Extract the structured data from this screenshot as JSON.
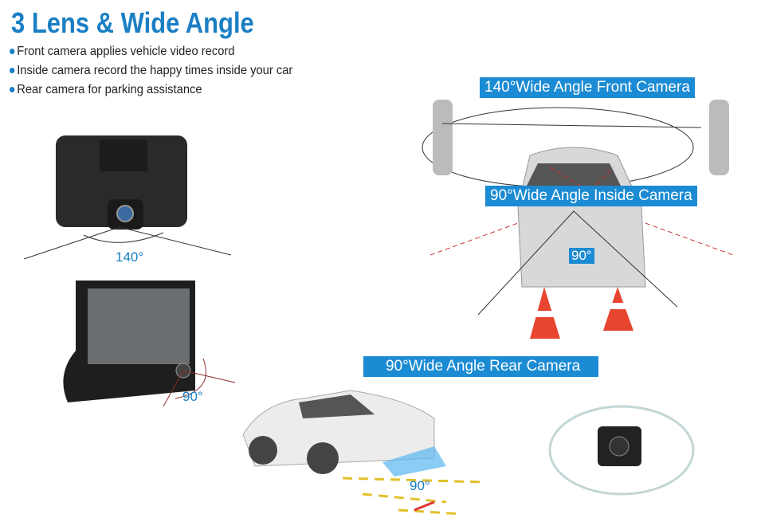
{
  "title": "3 Lens & Wide Angle",
  "bullets": [
    "Front camera applies vehicle video record",
    "Inside camera record the happy times inside your car",
    "Rear camera for parking assistance"
  ],
  "labels": {
    "front": "140°Wide Angle Front Camera",
    "inside": "90°Wide Angle Inside Camera",
    "rear": "90°Wide Angle Rear Camera"
  },
  "angles": {
    "front_device": "140°",
    "screen_device": "90°",
    "inside_car": "90°",
    "rear_car": "90°"
  },
  "colors": {
    "accent": "#1b8bd3",
    "title": "#1a7fc4"
  }
}
